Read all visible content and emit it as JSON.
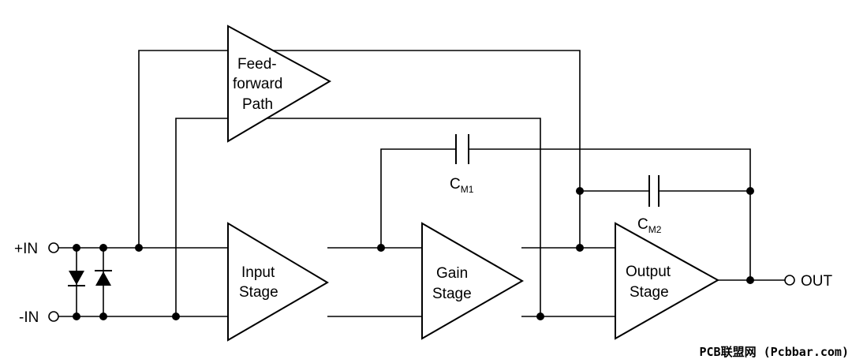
{
  "blocks": {
    "feedforward": [
      "Feed-",
      "forward",
      "Path"
    ],
    "input": [
      "Input",
      "Stage"
    ],
    "gain": [
      "Gain",
      "Stage"
    ],
    "output": [
      "Output",
      "Stage"
    ]
  },
  "capacitors": {
    "cm1": {
      "main": "C",
      "sub": "M1"
    },
    "cm2": {
      "main": "C",
      "sub": "M2"
    }
  },
  "terminals": {
    "in_plus": "+IN",
    "in_minus": "-IN",
    "out": "OUT"
  },
  "watermark": "PCB联盟网 (Pcbbar.com)"
}
